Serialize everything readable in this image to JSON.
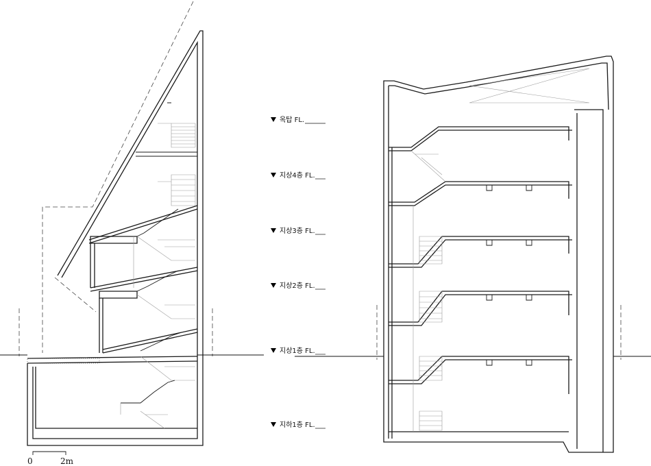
{
  "levels": [
    {
      "id": "rooftop",
      "label": "옥탑 FL."
    },
    {
      "id": "f4",
      "label": "지상4층 FL."
    },
    {
      "id": "f3",
      "label": "지상3층 FL."
    },
    {
      "id": "f2",
      "label": "지상2층 FL."
    },
    {
      "id": "f1",
      "label": "지상1층 FL."
    },
    {
      "id": "b1",
      "label": "지하1층 FL."
    }
  ],
  "scale_bar": {
    "start": "0",
    "end": "2m"
  }
}
